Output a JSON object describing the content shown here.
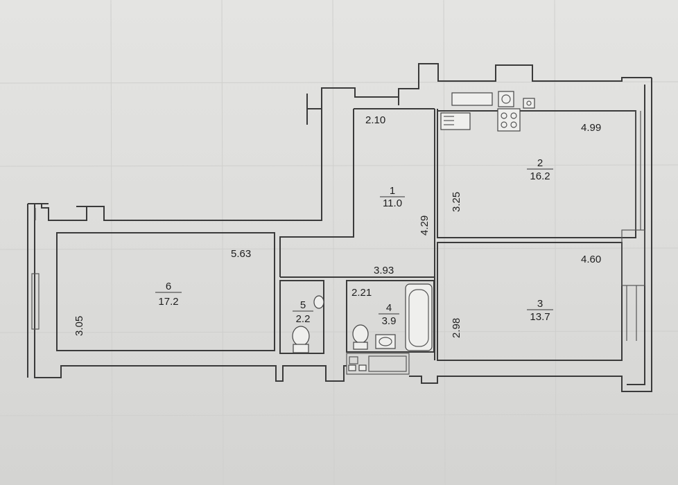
{
  "rooms": [
    {
      "number": "1",
      "area": "11.0"
    },
    {
      "number": "2",
      "area": "16.2"
    },
    {
      "number": "3",
      "area": "13.7"
    },
    {
      "number": "4",
      "area": "3.9"
    },
    {
      "number": "5",
      "area": "2.2"
    },
    {
      "number": "6",
      "area": "17.2"
    }
  ],
  "dimensions": {
    "d_2_10": "2.10",
    "d_4_99": "4.99",
    "d_3_25": "3.25",
    "d_4_29": "4.29",
    "d_5_63": "5.63",
    "d_3_93": "3.93",
    "d_4_60": "4.60",
    "d_2_21": "2.21",
    "d_3_05": "3.05",
    "d_2_98": "2.98"
  }
}
